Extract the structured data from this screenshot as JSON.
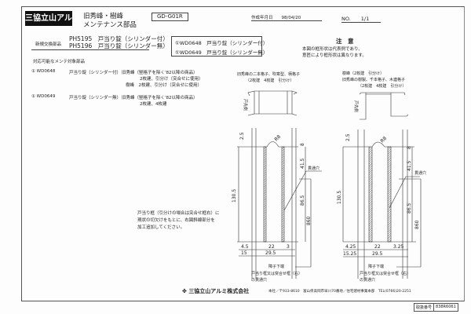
{
  "header": {
    "logo": "三協立山アルミ",
    "title_line1": "旧秀峰・樹峰",
    "title_line2": "メンテナンス部品",
    "doc_code": "GD-G01R",
    "date_label": "作成年月日",
    "date": "98/04/20",
    "no_label": "NO.",
    "no_value": "1/1"
  },
  "new_parts": {
    "label": "新規交換部品",
    "items": [
      "PH5195　戸当り錠（シリンダー付）",
      "PH5196　戸当り錠（シリンダー無）"
    ]
  },
  "old_parts_box": [
    "①WD0648　戸当り錠（シリンダー付）",
    "①WD0649　戸当り錠（シリンダー無）"
  ],
  "notice": {
    "title": "注　意",
    "lines": [
      "本図の框形状は代表例であり、",
      "意匠により框形状は異なります。"
    ]
  },
  "compat_label": "対応可能なメンテ対象部品",
  "compat": [
    {
      "code": "① WD0648",
      "name": "戸当り錠（シリンダー付）",
      "lines": [
        "旧秀峰（竪格子を除く'82以降の商品）",
        "2枚建、引分け（突合せに使用）",
        "樹峰　2枚建、引分け（突合せに使用）"
      ]
    },
    {
      "code": "① WD0649",
      "name": "戸当り錠（シリンダー無）",
      "lines": [
        "旧秀峰（竪格子を除く'82以降の商品）",
        "2枚建、4枚建"
      ]
    }
  ],
  "instruction": [
    "戸当り框（引分けの場合は突合せ框右）に",
    "現状の切欠けをもとに、右図斜線部分を",
    "加工追加してください。"
  ],
  "drawing1": {
    "caption1": "旧秀峰の二本格子、吹寄型、柄格子",
    "caption2": "（2枚建　4枚建　引分け）",
    "side": "戸先側",
    "r": "R8",
    "d_top": "2.5",
    "d8": "8",
    "d41": "41.5",
    "d86": "86.5",
    "d860": "860",
    "d130": "130.5",
    "b1": "4.5",
    "b2": "22",
    "b3": "3",
    "c1": "15",
    "c2": "29.5",
    "hole": "貫通穴",
    "bottom": "障子下端",
    "note1": "戸当り框又は突合せ框（右）",
    "note2": "の貫通穴"
  },
  "drawing2": {
    "caption0": "樹峰（2枚建　引分け）",
    "caption1": "旧秀峰の樹製、千本格子、木連格子",
    "caption2": "（2枚建　4枚建　引分け）",
    "side": "戸先側",
    "r": "R8",
    "d_top": "2.5",
    "d8": "8",
    "d41": "41.5",
    "d86": "86.5",
    "d860": "860",
    "d130": "130.5",
    "b1": "4.25",
    "b2": "22",
    "b3": "3.25",
    "c1": "15.25",
    "c2": "29.5",
    "hole": "貫通穴",
    "bottom": "障子下端",
    "note1": "戸当り框又は突合せ框（右）",
    "note2": "の貫通穴"
  },
  "footer": {
    "company": "三協立山アルミ株式会社",
    "address": "本社／〒933-8610　富山県高岡市早川70番地／住宅建材事業本部　TEL(0766)20-2251",
    "ctrl_label": "取扱番号",
    "ctrl_value": "838R6061"
  }
}
